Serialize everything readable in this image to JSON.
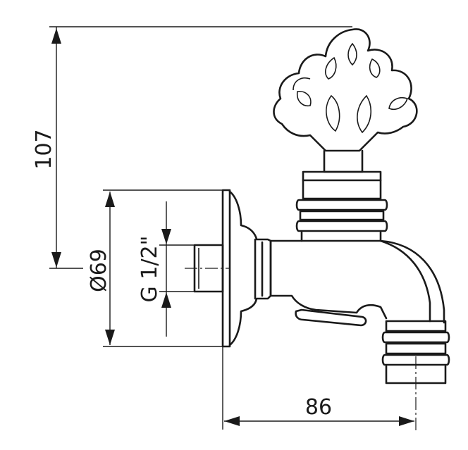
{
  "dimensions": {
    "height": "107",
    "outer_diameter": "Ø69",
    "thread": "G 1/2\"",
    "length": "86"
  },
  "colors": {
    "line": "#1a1a1a",
    "background": "#ffffff"
  }
}
